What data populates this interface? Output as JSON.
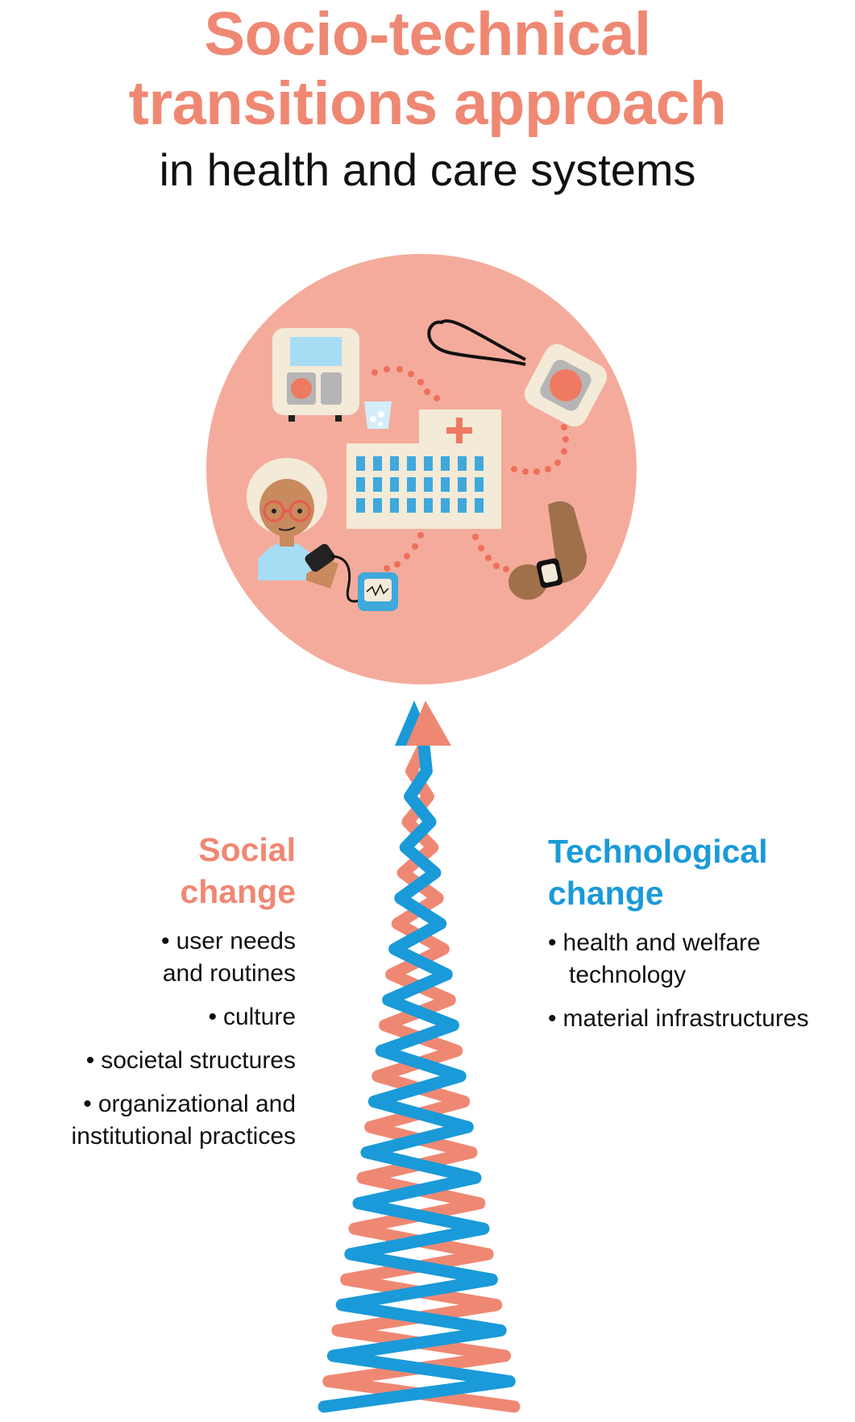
{
  "title": {
    "line1": "Socio-technical",
    "line2": "transitions approach",
    "subtitle": "in health and care systems"
  },
  "social": {
    "heading_line1": "Social",
    "heading_line2": "change",
    "items": [
      {
        "line1": "user needs",
        "line2": "and routines"
      },
      {
        "line1": "culture",
        "line2": ""
      },
      {
        "line1": "societal structures",
        "line2": ""
      },
      {
        "line1": "organizational and",
        "line2": "institutional practices"
      }
    ]
  },
  "technological": {
    "heading_line1": "Technological",
    "heading_line2": "change",
    "items": [
      {
        "line1": "health and welfare",
        "line2": "technology"
      },
      {
        "line1": "material infrastructures",
        "line2": ""
      }
    ]
  },
  "icons": [
    "dialysis-machine-icon",
    "water-glass-icon",
    "alarm-pendant-icon",
    "hospital-building-icon",
    "elderly-woman-icon",
    "blood-pressure-monitor-icon",
    "smartwatch-arm-icon"
  ],
  "colors": {
    "social": "#ef8873",
    "technological": "#1a9ad8",
    "circle": "#f4ab9c",
    "text": "#111111"
  }
}
